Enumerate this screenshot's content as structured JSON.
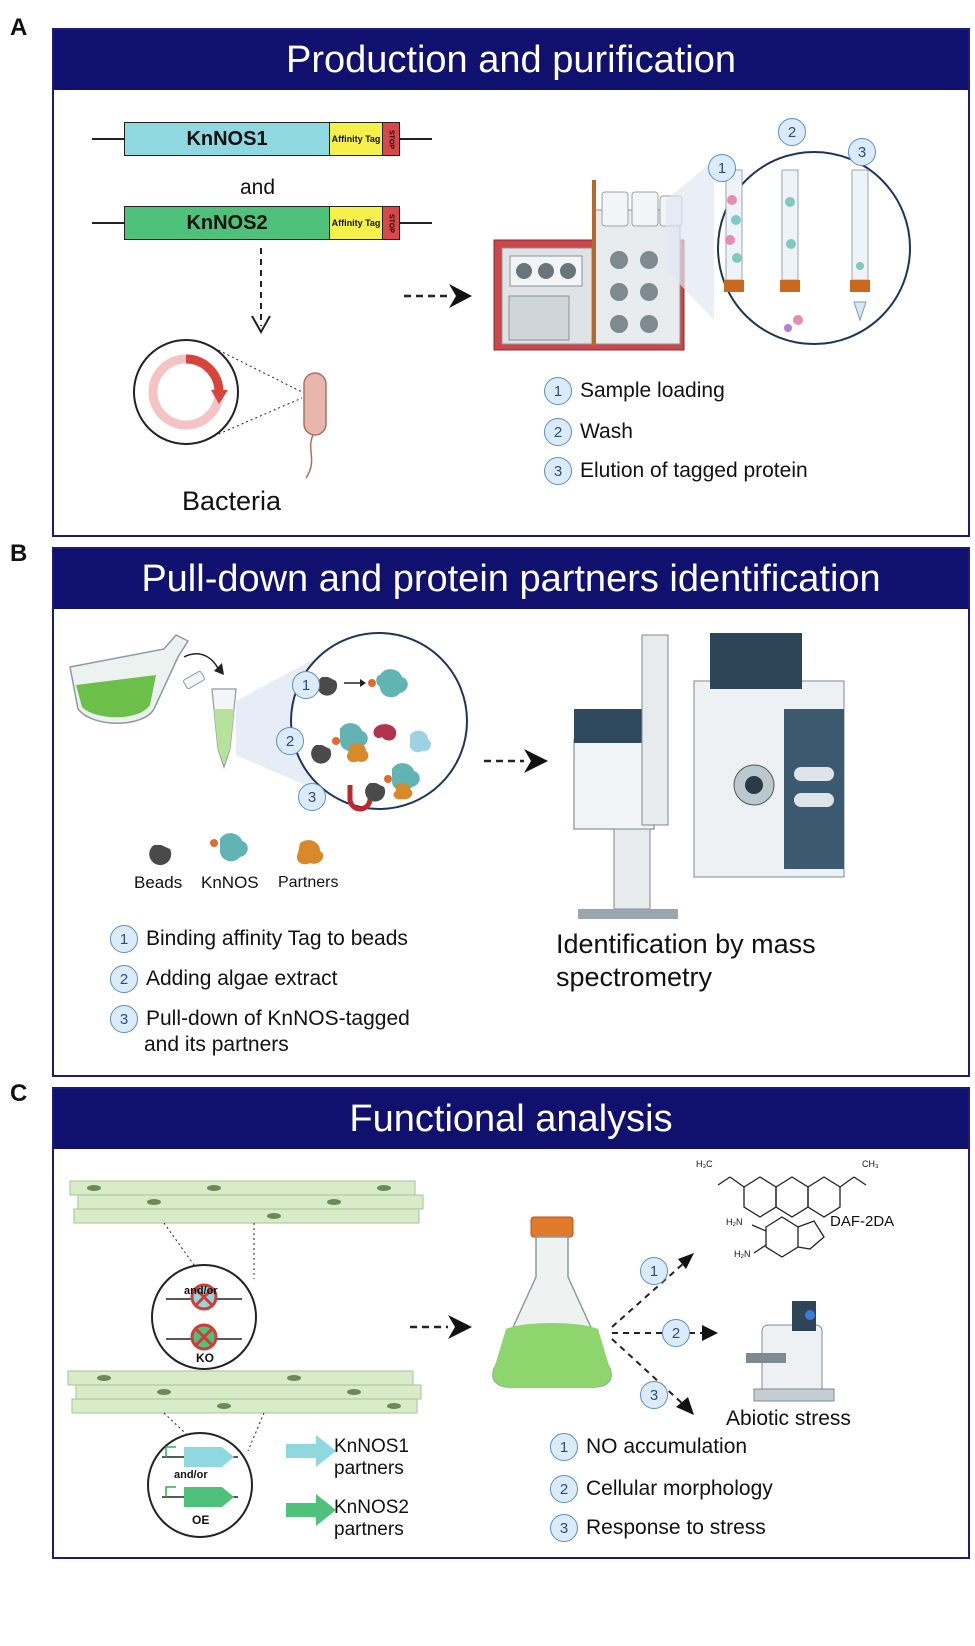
{
  "panel_a": {
    "letter": "A",
    "title": "Production and purification",
    "gene1": "KnNOS1",
    "gene2": "KnNOS2",
    "tag_label": "Affinity Tag",
    "stop_label": "STOP",
    "and_label": "and",
    "bacteria_label": "Bacteria",
    "circle_steps": [
      "1",
      "2",
      "3"
    ],
    "steps": [
      {
        "num": "1",
        "label": "Sample loading"
      },
      {
        "num": "2",
        "label": "Wash"
      },
      {
        "num": "3",
        "label": "Elution of tagged protein"
      }
    ]
  },
  "panel_b": {
    "letter": "B",
    "title": "Pull-down and protein partners identification",
    "circle_steps": [
      "1",
      "2",
      "3"
    ],
    "icons": [
      "Beads",
      "KnNOS",
      "Partners"
    ],
    "steps": [
      {
        "num": "1",
        "label": "Binding affinity Tag to beads"
      },
      {
        "num": "2",
        "label": "Adding algae extract"
      },
      {
        "num": "3",
        "label": "Pull-down of KnNOS-tagged",
        "label2": "and its partners"
      }
    ],
    "ms_label_1": "Identification by mass",
    "ms_label_2": "spectrometry"
  },
  "panel_c": {
    "letter": "C",
    "title": "Functional analysis",
    "ko_andor": "and/or",
    "ko_label": "KO",
    "oe_andor": "and/or",
    "oe_label": "OE",
    "partners1": "KnNOS1",
    "partners1b": "partners",
    "partners2": "KnNOS2",
    "partners2b": "partners",
    "daf": "DAF-2DA",
    "chem_h3c": "H₃C",
    "chem_ch3": "CH₃",
    "chem_h2n_1": "H₂N",
    "chem_h2n_2": "H₂N",
    "abiotic": "Abiotic stress",
    "arrow_steps": [
      "1",
      "2",
      "3"
    ],
    "steps": [
      {
        "num": "1",
        "label": "NO accumulation"
      },
      {
        "num": "2",
        "label": "Cellular morphology"
      },
      {
        "num": "3",
        "label": "Response to stress"
      }
    ],
    "colors": {
      "knnos1": "#8fd8e0",
      "knnos2": "#4ec27a",
      "header": "#10106e"
    }
  }
}
